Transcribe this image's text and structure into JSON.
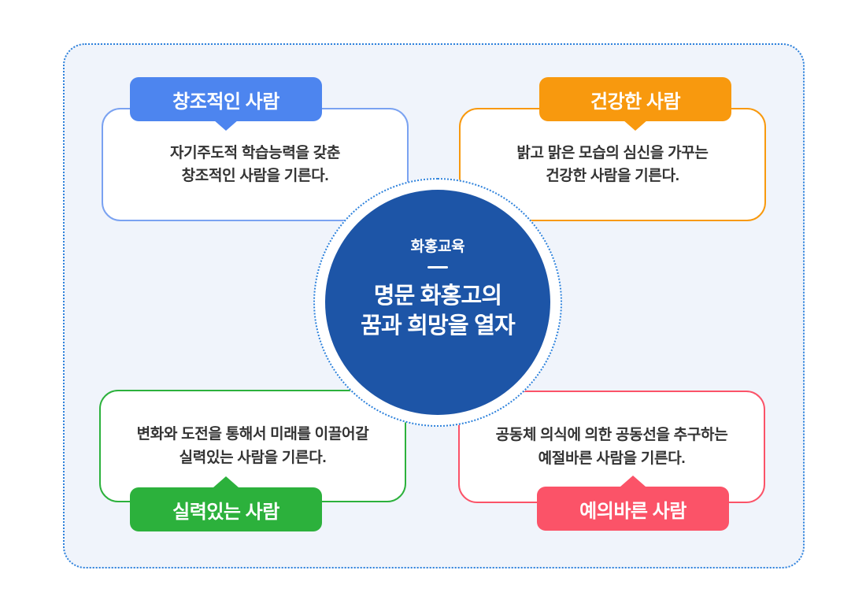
{
  "page": {
    "background": "#ffffff"
  },
  "frame": {
    "background": "#f0f4fb",
    "dotted_border_color": "#2e82dc"
  },
  "center": {
    "eyebrow": "화홍교육",
    "title_line1": "명문 화홍고의",
    "title_line2": "꿈과 희망을 열자",
    "circle_color": "#1d55a7",
    "ring_color": "#ffffff",
    "dotted_color": "#2e82dc",
    "text_color": "#ffffff"
  },
  "cards": [
    {
      "id": "creative-person",
      "position": "top-left",
      "badge_label": "창조적인 사람",
      "badge_color": "#4d85ef",
      "box_border_color": "#7aa2f1",
      "text_line1": "자기주도적 학습능력을 갖춘",
      "text_line2": "창조적인 사람을 기른다."
    },
    {
      "id": "healthy-person",
      "position": "top-right",
      "badge_label": "건강한 사람",
      "badge_color": "#f8990e",
      "box_border_color": "#f8990e",
      "text_line1": "밝고 맑은 모습의 심신을 가꾸는",
      "text_line2": "건강한 사람을 기른다."
    },
    {
      "id": "competent-person",
      "position": "bottom-left",
      "badge_label": "실력있는 사람",
      "badge_color": "#2cb13c",
      "box_border_color": "#2cb13c",
      "text_line1": "변화와 도전을 통해서 미래를 이끌어갈",
      "text_line2": "실력있는 사람을 기른다."
    },
    {
      "id": "courteous-person",
      "position": "bottom-right",
      "badge_label": "예의바른 사람",
      "badge_color": "#fb5368",
      "box_border_color": "#fb5368",
      "text_line1": "공동체 의식에 의한 공동선을 추구하는",
      "text_line2": "예절바른 사람을 기른다."
    }
  ],
  "body_text_color": "#333333"
}
